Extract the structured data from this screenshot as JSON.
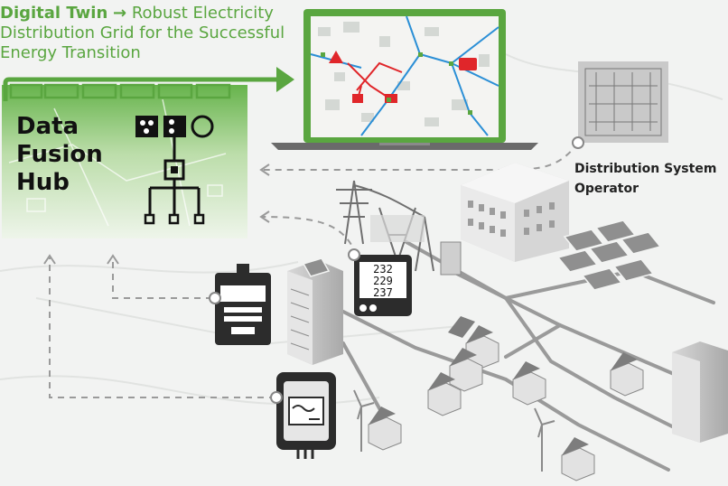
{
  "headline": {
    "part1": "Digital Twin",
    "arrow": "→",
    "part2": "Robust Electricity",
    "line2": "Distribution Grid for the Successful",
    "line3": "Energy Transition"
  },
  "hub": {
    "line1": "Data",
    "line2": "Fusion",
    "line3": "Hub"
  },
  "dso": {
    "line1": "Distribution System",
    "line2": "Operator"
  },
  "power_analyzer": {
    "row1": "232",
    "row2": "229",
    "row3": "237"
  },
  "colors": {
    "accent_green": "#5aa640",
    "grid_blue": "#2b8fd6",
    "alert_red": "#e0262a",
    "device_dark": "#2c2c2c"
  },
  "icons": [
    "laptop-map",
    "power-line-tower",
    "smart-meter",
    "power-analyzer",
    "inverter",
    "solar-panel",
    "wind-turbine",
    "house",
    "office-building",
    "warning-icon"
  ]
}
